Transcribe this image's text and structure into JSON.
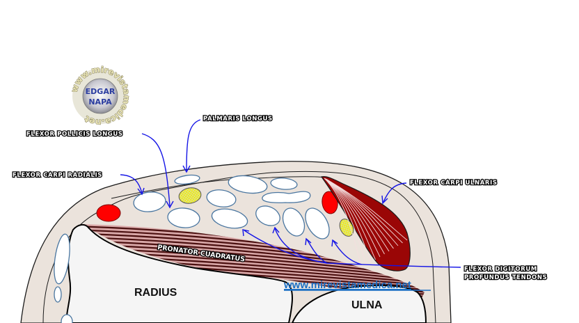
{
  "logo": {
    "line1": "EDGAR",
    "line2": "NAPA",
    "ring_text": "www.mirevistamedica.net"
  },
  "labels": {
    "palmaris_longus": "PALMARIS  LONGUS",
    "flexor_pollicis_longus": "FLEXOR  POLLICIS LONGUS",
    "flexor_carpi_radialis": "FLEXOR  CARPI  RADIALIS",
    "flexor_carpi_ulnaris": "FLEXOR  CARPI  ULNARIS",
    "flexor_digitorum_profundus_line1": "FLEXOR DIGITORUM",
    "flexor_digitorum_profundus_line2": "PROFUNDUS TENDONS",
    "pronator_quadratus": "PRONATOR CUADRATUS",
    "radius": "RADIUS",
    "ulna": "ULNA"
  },
  "watermark": {
    "url": "www.mirevistamedica.net"
  },
  "colors": {
    "skin": "#ebe3dc",
    "muscle": "#9a0606",
    "artery": "#ff0000",
    "nerve": "#f0f000",
    "arrow": "#1414e6",
    "bone": "#f5f5f5",
    "url": "#1a6fc4"
  }
}
